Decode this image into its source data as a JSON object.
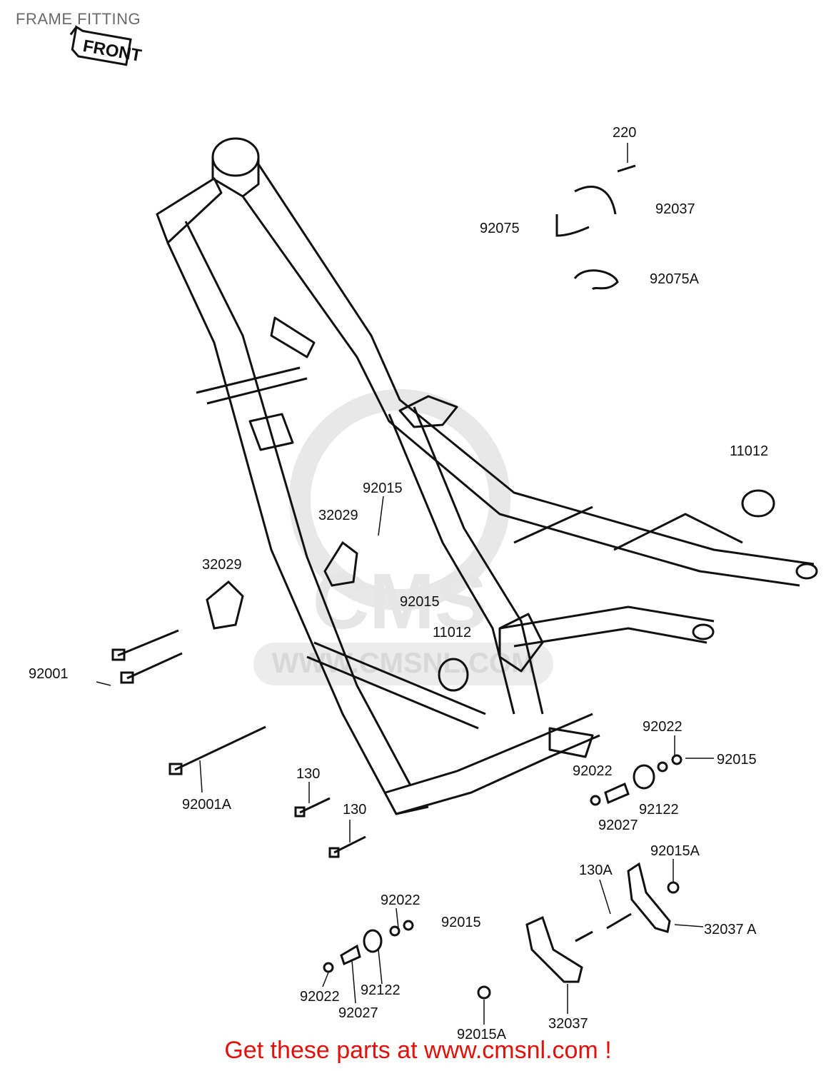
{
  "page": {
    "title": "FRAME FITTING",
    "footer": "Get these parts at www.cmsnl.com !"
  },
  "front_badge": {
    "text": "FRONT"
  },
  "watermark": {
    "text": "CMS",
    "url": "WWW.CMSNL.COM"
  },
  "parts": {
    "p220": "220",
    "p92037": "92037",
    "p92075": "92075",
    "p92075A": "92075A",
    "p11012_top": "11012",
    "p92015_a": "92015",
    "p32029_a": "32029",
    "p32029_b": "32029",
    "p92015_b": "92015",
    "p11012_mid": "11012",
    "p92001": "92001",
    "p92001A": "92001A",
    "p130_a": "130",
    "p130_b": "130",
    "p92022_a": "92022",
    "p92015_c": "92015",
    "p92022_b": "92022",
    "p92122_a": "92122",
    "p92027_a": "92027",
    "p92015A_a": "92015A",
    "p130A": "130A",
    "p32037A": "32037 A",
    "p92022_c": "92022",
    "p92015_d": "92015",
    "p92022_d": "92022",
    "p92122_b": "92122",
    "p92027_b": "92027",
    "p32037": "32037",
    "p92015A_b": "92015A"
  },
  "colors": {
    "line": "#111111",
    "label": "#111111",
    "watermark": "#e6e6e6",
    "footer": "#e0110b"
  }
}
